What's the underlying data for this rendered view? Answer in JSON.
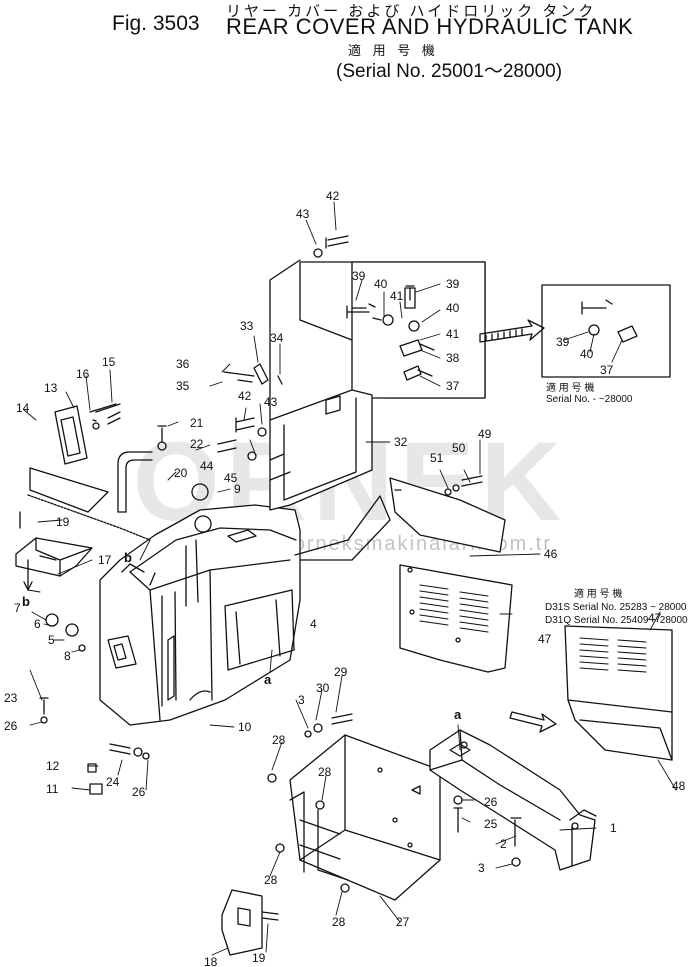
{
  "header": {
    "fig": "Fig. 3503",
    "title_jp": "リヤー カバー および ハイドロリック タンク",
    "title_en": "REAR COVER AND HYDRAULIC TANK",
    "applicability_jp": "適 用 号 機",
    "serial": "(Serial No. 25001～28000)"
  },
  "watermark": {
    "logo": "ORNEK",
    "url": "www.orneksmakinalari.com.tr"
  },
  "notes": {
    "inset_top_jp": "適 用 号 機",
    "inset_top_serial": "Serial  No.     -   ~28000",
    "inset_right_jp": "適 用 号 機",
    "inset_right_line1": "D31S  Serial No. 25283 ~ 28000",
    "inset_right_line2": "D31Q  Serial No. 25409 ~ 28000"
  },
  "callouts": {
    "n1": "1",
    "n2": "2",
    "n3a": "3",
    "n3b": "3",
    "n4": "4",
    "n5": "5",
    "n6": "6",
    "n7": "7",
    "n8": "8",
    "n9": "9",
    "n10": "10",
    "n11": "11",
    "n12": "12",
    "n13": "13",
    "n14": "14",
    "n15": "15",
    "n16": "16",
    "n17": "17",
    "n18": "18",
    "n19a": "19",
    "n19b": "19",
    "n20": "20",
    "n21": "21",
    "n22": "22",
    "n23": "23",
    "n24": "24",
    "n25": "25",
    "n26a": "26",
    "n26b": "26",
    "n26c": "26",
    "n27": "27",
    "n28a": "28",
    "n28b": "28",
    "n28c": "28",
    "n28d": "28",
    "n29": "29",
    "n30": "30",
    "n32": "32",
    "n33": "33",
    "n34": "34",
    "n35": "35",
    "n36": "36",
    "n37a": "37",
    "n37b": "37",
    "n38": "38",
    "n39a": "39",
    "n39b": "39",
    "n39c": "39",
    "n40a": "40",
    "n40b": "40",
    "n40c": "40",
    "n41a": "41",
    "n41b": "41",
    "n42a": "42",
    "n42b": "42",
    "n43a": "43",
    "n43b": "43",
    "n44": "44",
    "n45": "45",
    "n46": "46",
    "n47a": "47",
    "n47b": "47",
    "n48": "48",
    "n49": "49",
    "n50": "50",
    "n51": "51"
  },
  "refs": {
    "a1": "a",
    "a2": "a",
    "b1": "b",
    "b2": "b"
  }
}
